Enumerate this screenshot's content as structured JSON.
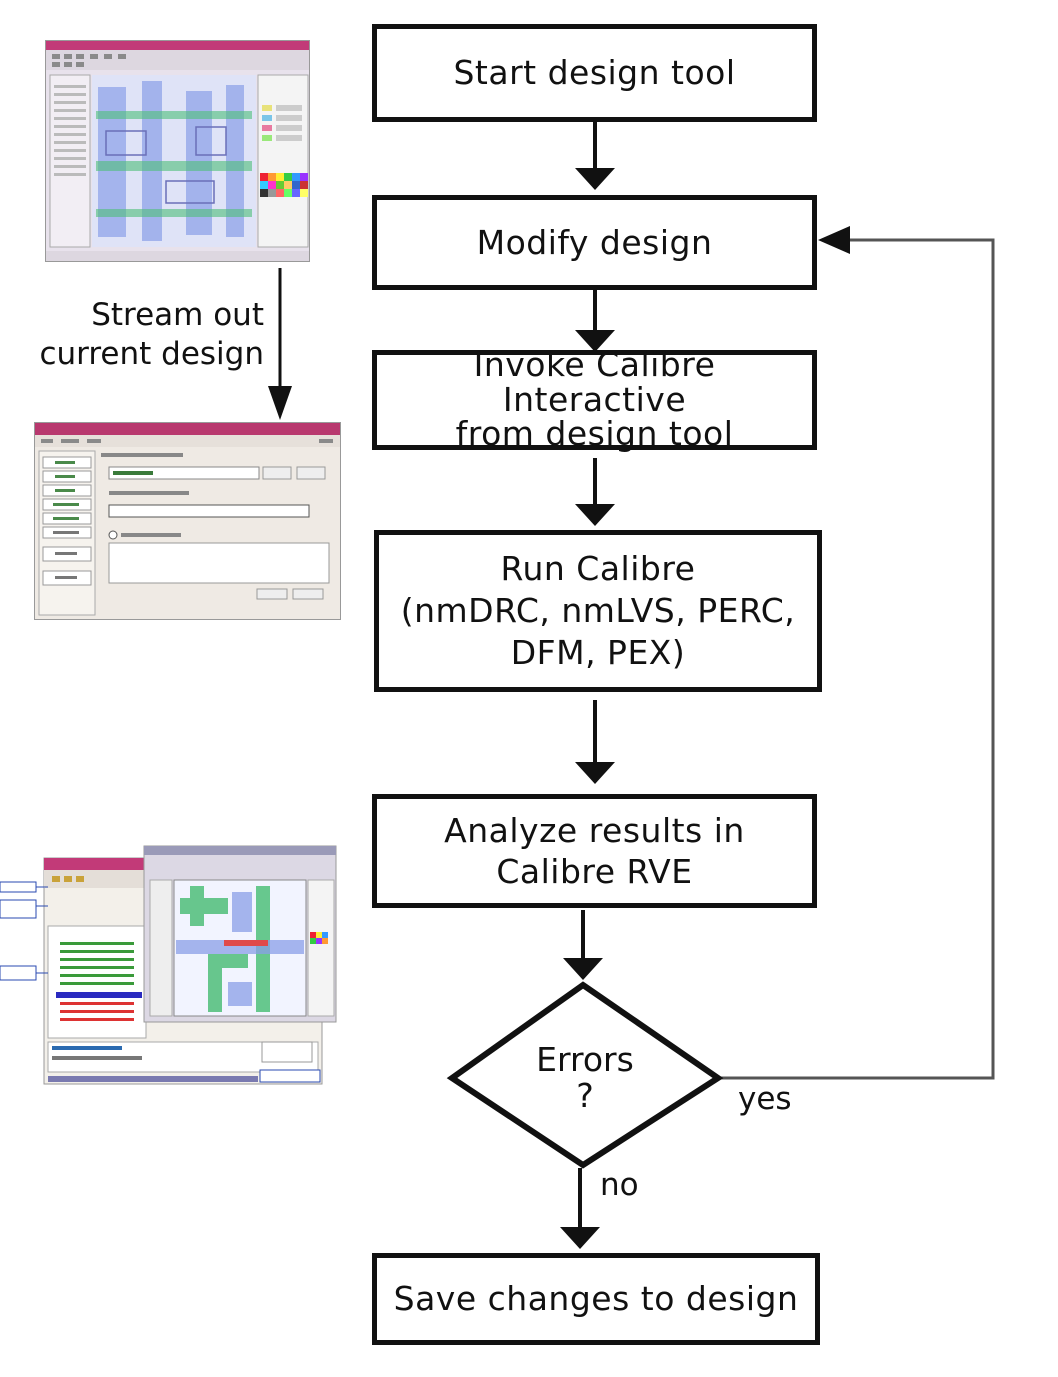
{
  "flowchart": {
    "start": "Start design tool",
    "modify": "Modify design",
    "invoke": [
      "Invoke Calibre Interactive",
      "from design tool"
    ],
    "run": [
      "Run Calibre",
      "(nmDRC, nmLVS, PERC,",
      "DFM, PEX)"
    ],
    "analyze": [
      "Analyze results in",
      "Calibre RVE"
    ],
    "decision": [
      "Errors",
      "?"
    ],
    "save": "Save changes to design",
    "yes_label": "yes",
    "no_label": "no",
    "stream_label": [
      "Stream out",
      "current design"
    ]
  },
  "colors": {
    "ink": "#111111",
    "loop_line": "#555555",
    "window_titlebar": "#c23a78",
    "dialog_titlebar": "#b8386e",
    "layout_blue": "#8a9fe8",
    "layout_green": "#4fbf7a",
    "layout_red": "#e04a4a"
  },
  "screenshots": {
    "layout_editor": "layout-editor-screenshot",
    "calibre_interactive": "calibre-interactive-dialog-screenshot",
    "calibre_rve": "calibre-rve-screenshot"
  }
}
